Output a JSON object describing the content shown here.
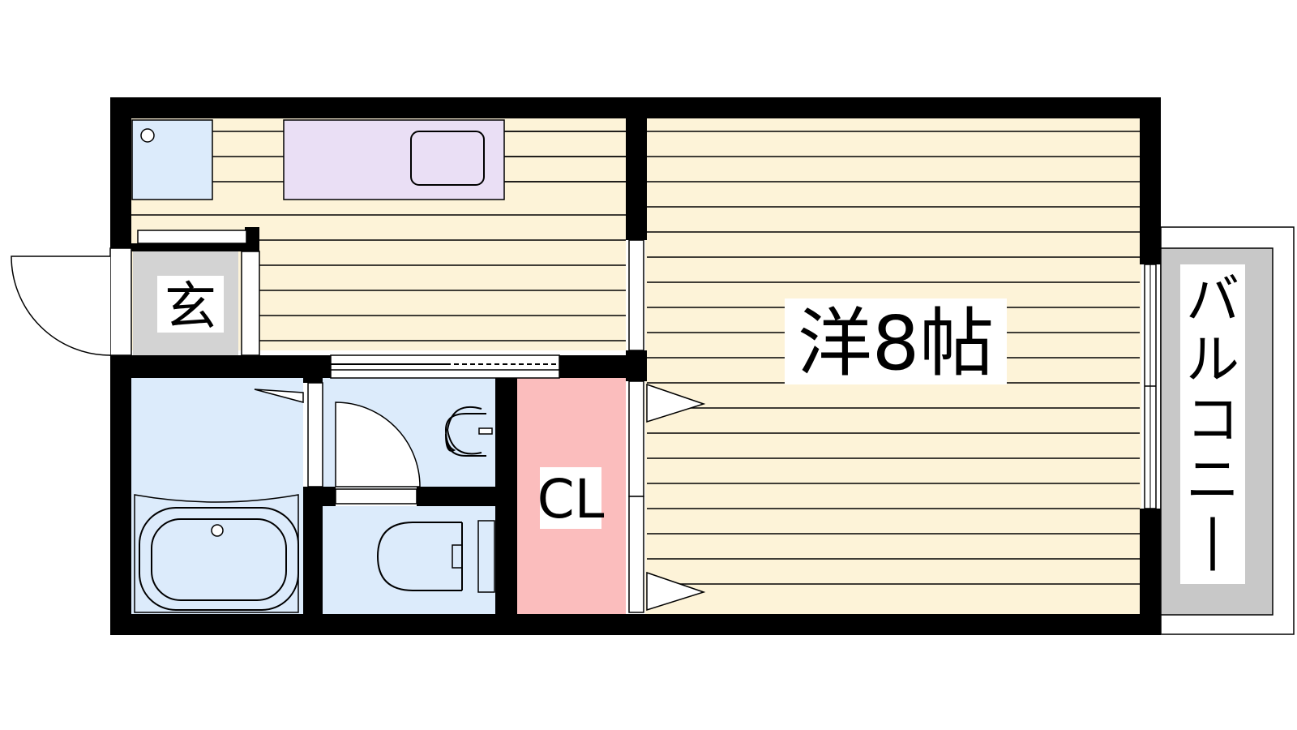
{
  "rooms": {
    "western": {
      "label": "洋8帖"
    },
    "closet": {
      "label": "CL"
    },
    "entrance": {
      "label": "玄"
    },
    "balcony": {
      "label": "バルコニー"
    }
  },
  "colors": {
    "wall": "#000000",
    "floor": "#fdf3d8",
    "floor_lines": "#000000",
    "wet_area": "#dcebfb",
    "kitchen": "#eadff5",
    "closet": "#fbbdbd",
    "entrance": "#d3d3d3",
    "balcony": "#c8c8c8"
  }
}
